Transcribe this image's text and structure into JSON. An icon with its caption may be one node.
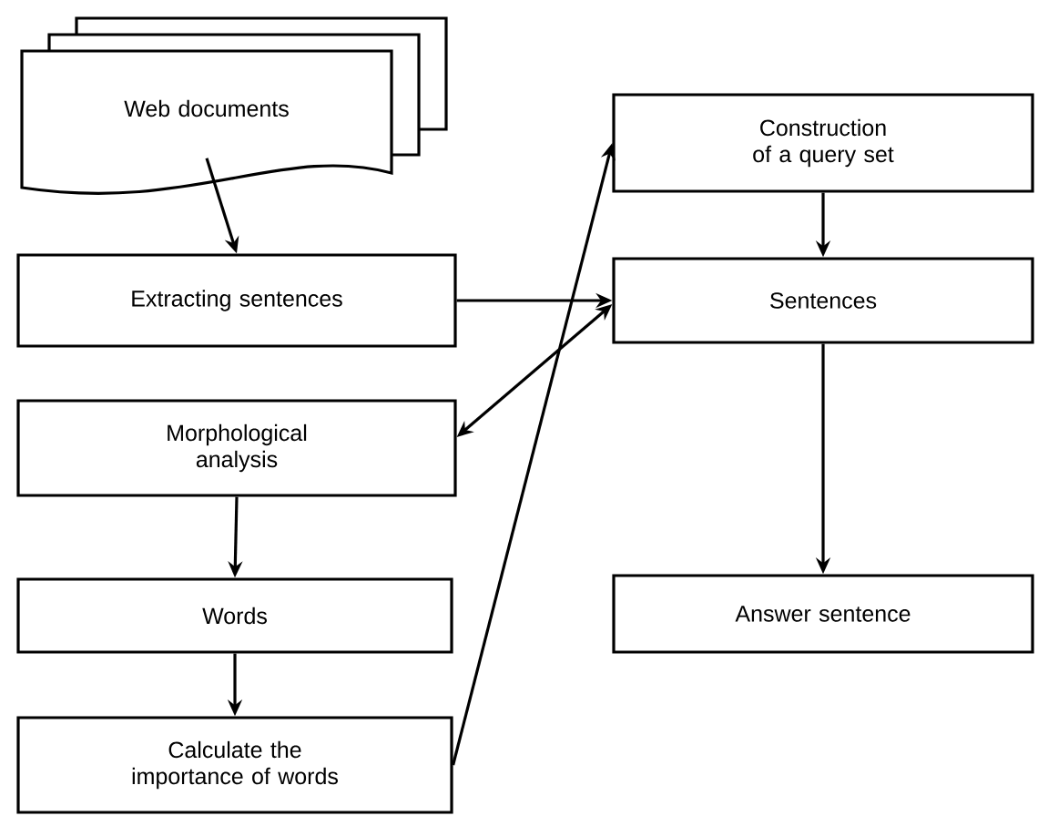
{
  "diagram": {
    "nodes": [
      {
        "text": [
          "Web documents"
        ]
      },
      {
        "text": [
          "Extracting sentences"
        ]
      },
      {
        "text": [
          "Morphological analysis"
        ]
      },
      {
        "text": [
          "Words"
        ]
      },
      {
        "text": [
          "Calculate the importance of words"
        ]
      },
      {
        "text": [
          "Construction of a query set"
        ]
      },
      {
        "text": [
          "Sentences"
        ]
      },
      {
        "text": [
          "Answer sentence"
        ]
      }
    ],
    "edges": [
      {
        "from": 0,
        "to": 1,
        "arrow": "to"
      },
      {
        "from": 1,
        "to": 6,
        "arrow": "to"
      },
      {
        "from": 2,
        "to": 6,
        "arrow": "both"
      },
      {
        "from": 2,
        "to": 3,
        "arrow": "to"
      },
      {
        "from": 3,
        "to": 4,
        "arrow": "to"
      },
      {
        "from": 4,
        "to": 5,
        "arrow": "to"
      },
      {
        "from": 5,
        "to": 6,
        "arrow": "to"
      },
      {
        "from": 6,
        "to": 7,
        "arrow": "to"
      }
    ]
  }
}
